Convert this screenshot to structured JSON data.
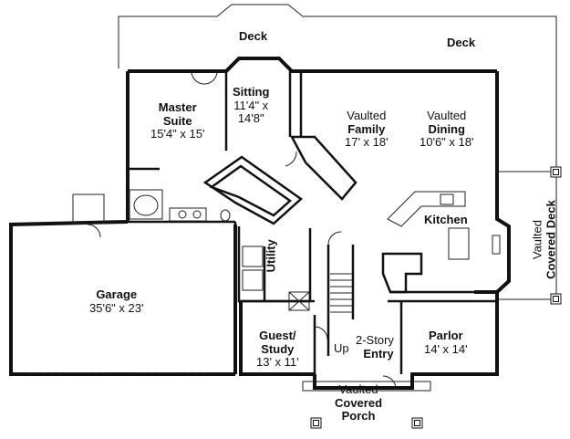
{
  "rooms": {
    "deck_top": {
      "name": "Deck"
    },
    "deck_right": {
      "name": "Deck"
    },
    "master_suite": {
      "name_line1": "Master",
      "name_line2": "Suite",
      "dims": "15'4\" x 15'"
    },
    "sitting": {
      "name": "Sitting",
      "dims_line1": "11'4\" x",
      "dims_line2": "14'8\""
    },
    "family": {
      "prefix": "Vaulted",
      "name": "Family",
      "dims": "17' x 18'"
    },
    "dining": {
      "prefix": "Vaulted",
      "name": "Dining",
      "dims": "10'6\" x 18'"
    },
    "kitchen": {
      "name": "Kitchen"
    },
    "covered_deck": {
      "prefix": "Vaulted",
      "name": "Covered Deck"
    },
    "utility": {
      "name": "Utility"
    },
    "garage": {
      "name": "Garage",
      "dims": "35'6\" x 23'"
    },
    "guest_study": {
      "name_line1": "Guest/",
      "name_line2": "Study",
      "dims": "13' x 11'"
    },
    "entry": {
      "prefix": "2-Story",
      "name": "Entry"
    },
    "stairs": {
      "label": "Up"
    },
    "parlor": {
      "name": "Parlor",
      "dims": "14' x 14'"
    },
    "porch": {
      "prefix": "Vaulted",
      "name_line1": "Covered",
      "name_line2": "Porch"
    }
  }
}
